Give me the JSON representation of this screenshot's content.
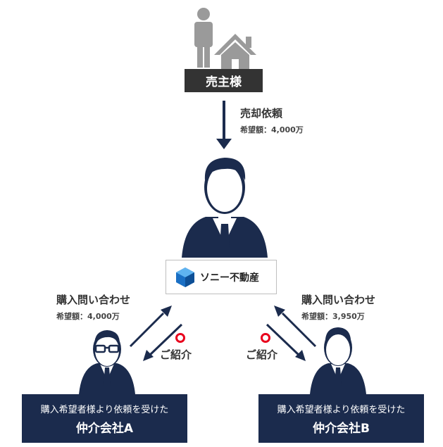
{
  "seller": {
    "label": "売主様"
  },
  "sale_request": {
    "title": "売却依頼",
    "price": "希望額：4,000万"
  },
  "agency": {
    "name": "ソニー不動産"
  },
  "broker_a": {
    "inquiry_title": "購入問い合わせ",
    "inquiry_price": "希望額：4,000万",
    "intro_label": "ご紹介",
    "subtitle": "購入希望者様より依頼を受けた",
    "name": "仲介会社A"
  },
  "broker_b": {
    "inquiry_title": "購入問い合わせ",
    "inquiry_price": "希望額：3,950万",
    "intro_label": "ご紹介",
    "subtitle": "購入希望者様より依頼を受けた",
    "name": "仲介会社B"
  },
  "colors": {
    "navy": "#1b2b4d",
    "seller_gray": "#9a9a9a",
    "dark_box": "#333333",
    "check_red": "#e8001c",
    "logo_blue": "#1a6fc4"
  },
  "icons": [
    "person-icon",
    "house-icon",
    "agent-icon",
    "sony-logo-icon",
    "broker-icon",
    "glasses-icon",
    "circle-mark-icon"
  ]
}
